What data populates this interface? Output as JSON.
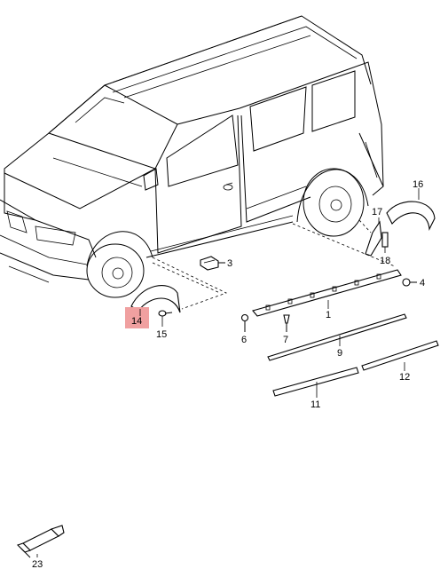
{
  "callouts": {
    "c1": "1",
    "c3": "3",
    "c4": "4",
    "c6": "6",
    "c7": "7",
    "c9": "9",
    "c11": "11",
    "c12": "12",
    "c14": "14",
    "c15": "15",
    "c16": "16",
    "c17": "17",
    "c18": "18",
    "c23": "23"
  },
  "highlight_color": "#f0a0a0"
}
